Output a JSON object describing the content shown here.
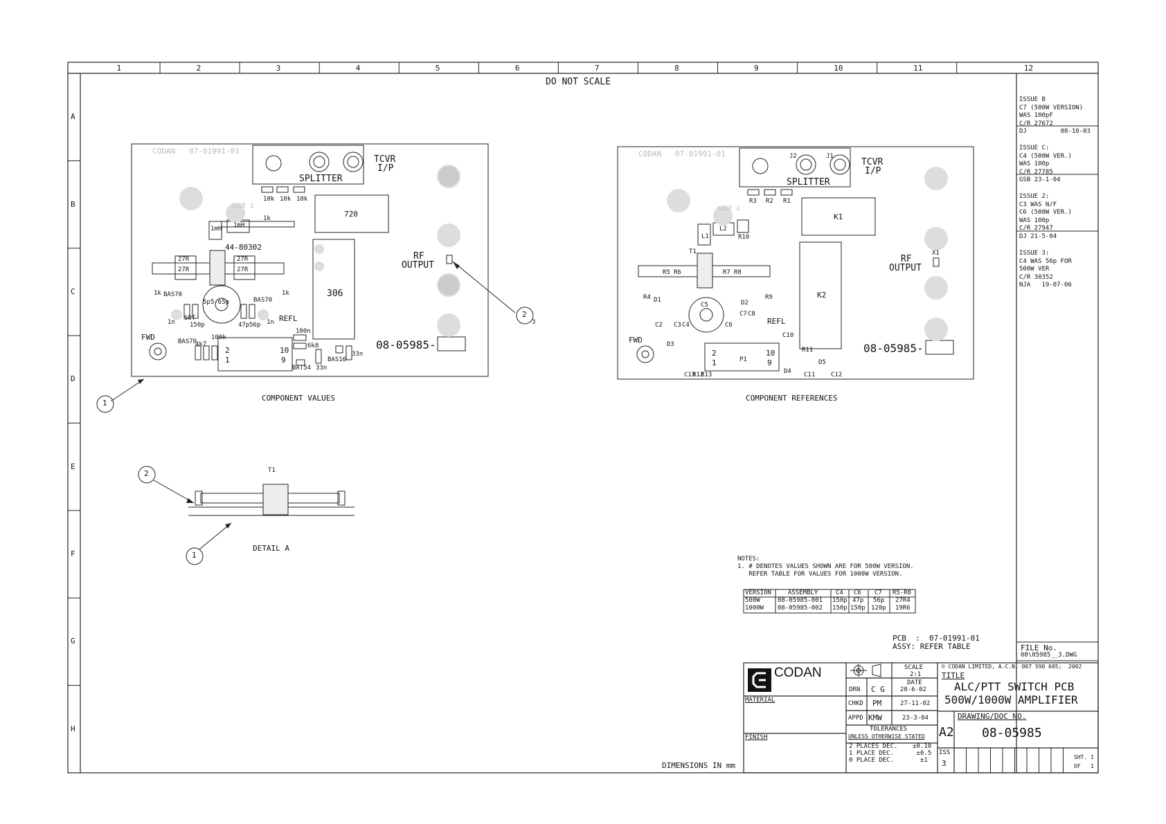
{
  "border": {
    "columns": [
      "1",
      "2",
      "3",
      "4",
      "5",
      "6",
      "7",
      "8",
      "9",
      "10",
      "11",
      "12"
    ],
    "rows": [
      "A",
      "B",
      "C",
      "D",
      "E",
      "F",
      "G",
      "H"
    ]
  },
  "header_note": "DO NOT SCALE",
  "revisions": [
    {
      "lines": [
        "ISSUE B",
        "C7 (500W VERSION)",
        "WAS 100pF",
        "C/R 27672",
        "DJ         08-10-03"
      ]
    },
    {
      "lines": [
        "ISSUE C:",
        "C4 (500W VER.)",
        "WAS 100p",
        "C/R 27785",
        "GSB 23-1-04"
      ]
    },
    {
      "lines": [
        "ISSUE 2:",
        "C3 WAS N/F",
        "C6 (500W VER.)",
        "WAS 100p",
        "C/R 27947",
        "DJ 21-5-04"
      ]
    },
    {
      "lines": [
        "ISSUE 3:",
        "C4 WAS 56p FOR",
        "500W VER",
        "C/R 30352",
        "NJA   19-07-06"
      ]
    }
  ],
  "pcb_values": {
    "caption": "COMPONENT VALUES",
    "silk": "CODAN   07-01991-01",
    "tcvr": "TCVR",
    "ip": "I/P",
    "splitter": "SPLITTER",
    "side": "SIDE 2",
    "res_top": [
      "10k",
      "10k",
      "10k"
    ],
    "relay1": "720",
    "relay2": "306",
    "inductor1": "1mH",
    "inductor2": "1mH",
    "part": "44-80302",
    "rf": "RF",
    "output": "OUTPUT",
    "trimmer": "5p5-65p",
    "refl": "REFL",
    "fwd": "FWD",
    "bas70": "BAS70",
    "bas16": "BAS16",
    "bat54": "BAT54",
    "docno": "08-05985-",
    "vals": [
      "27R",
      "27R",
      "27R",
      "27R",
      "1k",
      "1k",
      "1k",
      "1n",
      "1n",
      "150p",
      "47p",
      "56p",
      "SOT",
      "100n",
      "6k8",
      "33n",
      "33n",
      "100k",
      "4k7"
    ],
    "connector_nums": [
      "2",
      "10",
      "1",
      "9"
    ]
  },
  "pcb_refs": {
    "caption": "COMPONENT REFERENCES",
    "silk": "CODAN   07-01991-01",
    "tcvr": "TCVR",
    "ip": "I/P",
    "splitter": "SPLITTER",
    "side": "SIDE 2",
    "j1": "J1",
    "j2": "J2",
    "res_top": [
      "R3",
      "R2",
      "R1"
    ],
    "k1": "K1",
    "k2": "K2",
    "l1": "L1",
    "l2": "L2",
    "r10": "R10",
    "t1": "T1",
    "rs": [
      "R5",
      "R6",
      "R7",
      "R8"
    ],
    "rf": "RF",
    "output": "OUTPUT",
    "x1": "X1",
    "c5": "C5",
    "refl": "REFL",
    "fwd": "FWD",
    "p1": "P1",
    "docno": "08-05985-",
    "misc": [
      "R4",
      "D1",
      "C2",
      "C3",
      "C4",
      "C6",
      "C7",
      "C8",
      "D2",
      "R9",
      "D3",
      "C13",
      "R12",
      "R13",
      "D4",
      "C10",
      "R11",
      "D5",
      "C11",
      "C12"
    ],
    "connector_nums": [
      "2",
      "10",
      "1",
      "9"
    ]
  },
  "detail": {
    "caption": "DETAIL A",
    "t1": "T1",
    "balloons": [
      "1",
      "2",
      "2",
      "1"
    ],
    "sub": "3"
  },
  "notes": {
    "title": "NOTES:",
    "line1": "1. # DENOTES VALUES SHOWN ARE FOR 500W VERSION.",
    "line2": "   REFER TABLE FOR VALUES FOR 1000W VERSION."
  },
  "version_table": {
    "headers": [
      "VERSION",
      "ASSEMBLY",
      "C4",
      "C6",
      "C7",
      "R5-R8"
    ],
    "rows": [
      [
        "500W",
        "08-05985-001",
        "150p",
        "47p",
        "56p",
        "27R4"
      ],
      [
        "1000W",
        "08-05985-002",
        "150p",
        "150p",
        "120p",
        "19R6"
      ]
    ]
  },
  "pcb_info": {
    "pcb": "PCB  :  07-01991-01",
    "assy": "ASSY: REFER TABLE"
  },
  "file": {
    "label": "FILE No.",
    "value": "08\\05985__3.DWG"
  },
  "title_block": {
    "company": "CODAN",
    "copyright": "© CODAN LIMITED, A.C.N. 007 590 605;  2002",
    "title_label": "TITLE",
    "title1": "ALC/PTT SWITCH PCB",
    "title2": "500W/1000W AMPLIFIER",
    "material": "MATERIAL",
    "finish": "FINISH",
    "scale_label": "SCALE",
    "scale": "2:1",
    "date_label": "DATE",
    "drn": "DRN",
    "drn_by": "C G",
    "drn_date": "20-6-02",
    "chkd": "CHKD",
    "chkd_by": "PM",
    "chkd_date": "27-11-02",
    "appd": "APPD",
    "appd_by": "KMW",
    "appd_date": "23-3-04",
    "tol_title": "TOLERANCES",
    "tol_sub": "UNLESS OTHERWISE STATED",
    "tol1": "2 PLACES DEC.    ±0.10",
    "tol2": "1 PLACE DEC.      ±0.5",
    "tol3": "0 PLACE DEC.       ±1",
    "size": "A2",
    "docno_label": "DRAWING/DOC NO.",
    "docno": "08-05985",
    "iss_label": "ISS",
    "iss": "3",
    "sht": "SHT. 1",
    "of": "OF   1",
    "dimensions": "DIMENSIONS IN mm"
  }
}
